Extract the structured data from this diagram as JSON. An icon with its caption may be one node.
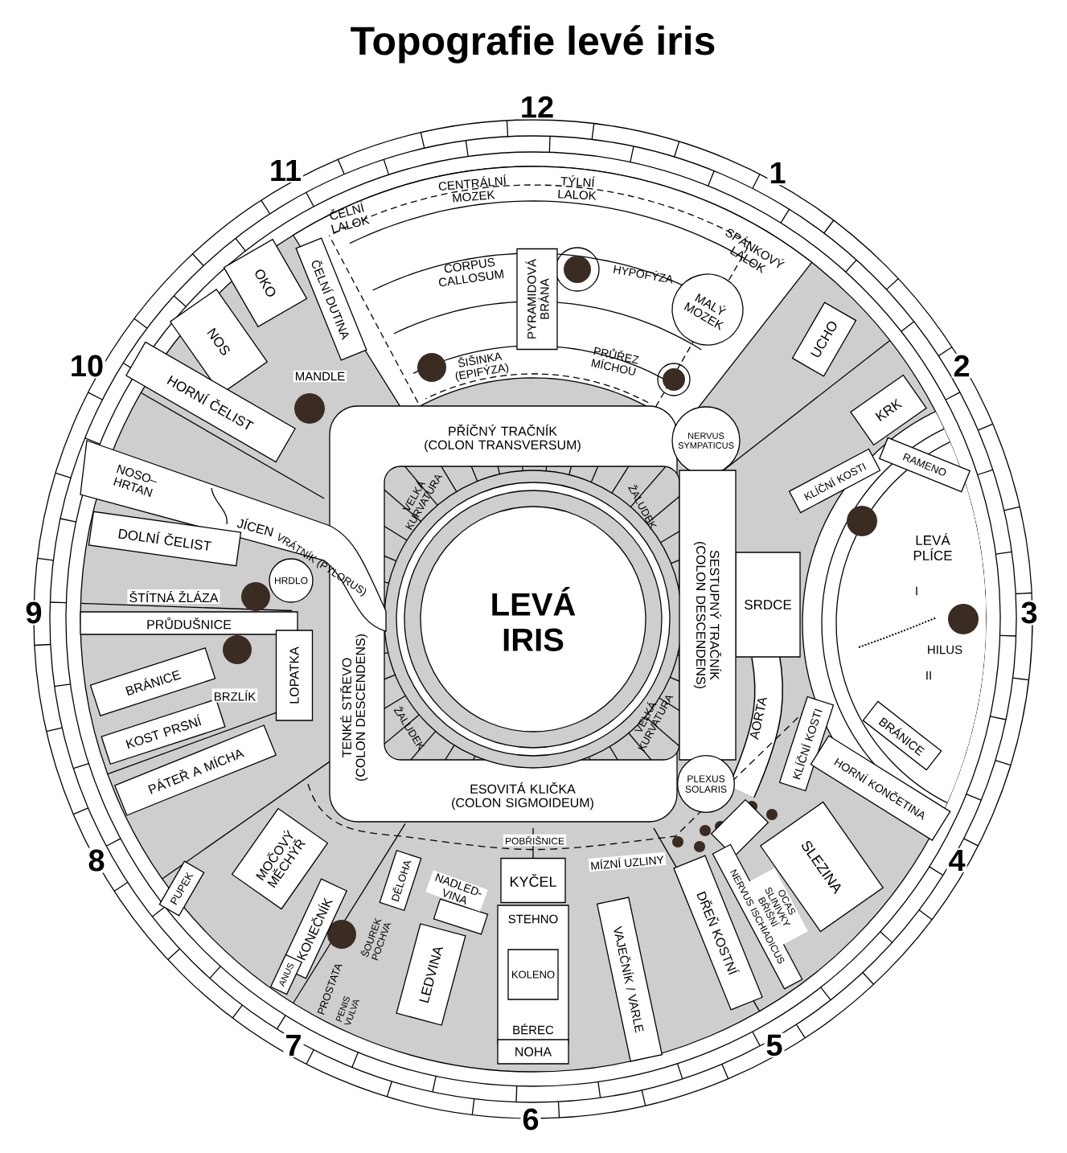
{
  "diagram": {
    "title": "Topografie levé iris",
    "nodes": [
      {
        "text": [
          "PYRAMIDOVÁ BRÁNA"
        ]
      },
      {
        "text": [
          "MALÝ MOZEK"
        ]
      },
      {
        "text": [
          "ČELNÍ DUTINA"
        ]
      },
      {
        "text": [
          "OKO"
        ]
      },
      {
        "text": [
          "NOS"
        ]
      },
      {
        "text": [
          "UCHO"
        ]
      },
      {
        "text": [
          "HORNÍ ČELIST"
        ]
      },
      {
        "text": [
          "KRK"
        ]
      },
      {
        "text": [
          "NERVUS SYMPATICUS"
        ]
      },
      {
        "text": [
          "RAMENO"
        ]
      },
      {
        "text": [
          "KLÍČNÍ KOSTI"
        ]
      },
      {
        "text": [
          "DOLNÍ ČELIST"
        ]
      },
      {
        "text": [
          "HRDLO"
        ]
      },
      {
        "text": [
          "SRDCE"
        ]
      },
      {
        "text": [
          "LEVÁ IRIS"
        ]
      },
      {
        "text": [
          "SESTUPNÝ TRAČNÍK (COLON DESCENDENS)"
        ]
      },
      {
        "text": [
          "PRŮDUŠNICE"
        ]
      },
      {
        "text": [
          "LOPATKA"
        ]
      },
      {
        "text": [
          "BRÁNICE"
        ]
      },
      {
        "text": [
          "KOST PRSNÍ"
        ]
      },
      {
        "text": [
          "KLÍČNÍ KOSTI"
        ]
      },
      {
        "text": [
          "BRÁNICE"
        ]
      },
      {
        "text": [
          "PÁTEŘ A MÍCHA"
        ]
      },
      {
        "text": [
          "PLEXUS SOLARIS"
        ]
      },
      {
        "text": [
          "HORNÍ KONČETINA"
        ]
      },
      {
        "text": [],
        "shape": "box"
      },
      {
        "text": [
          "SLEZINA"
        ]
      },
      {
        "text": [
          "MOČOVÝ MĚCHÝŘ"
        ]
      },
      {
        "text": [
          "KYČEL"
        ]
      },
      {
        "text": [
          "DĚLOHA"
        ]
      },
      {
        "text": [
          "PUPEK"
        ]
      },
      {
        "text": [],
        "shape": "box"
      },
      {
        "text": [
          "STEHNO",
          "BÉREC"
        ]
      },
      {
        "text": [
          "KOLENO"
        ],
        "in": 32
      },
      {
        "text": [
          "KONEČNÍK"
        ]
      },
      {
        "text": [
          "LEDVINA"
        ]
      },
      {
        "text": [
          "VAJEČNÍK / VARLE"
        ]
      },
      {
        "text": [
          "DŘEŇ KOSTNÍ"
        ]
      },
      {
        "text": [
          "NERVUS ISCHIADICUS"
        ]
      },
      {
        "text": [
          "ANUS"
        ]
      },
      {
        "text": [
          "NOHA"
        ]
      }
    ],
    "labels": [
      "12",
      "11",
      "1",
      "ČELNÍ LALOK",
      "CENTRÁLNÍ MOZEK",
      "TÝLNÍ LALOK",
      "SPÁNKOVÝ LALOK",
      "CORPUS CALLOSUM",
      "HYPOFÝZA",
      "10",
      "2",
      "ŠIŠINKA (EPIFÝZA)",
      "PRŮŘEZ MÍCHOU",
      "MANDLE",
      "PŘÍČNÝ TRAČNÍK (COLON TRANSVERSUM)",
      "NOSO– HRTAN",
      "VELKÁ KURVATURA",
      "ŽALUDEK",
      "JÍCEN",
      "VRÁTNÍK (PYLORUS)",
      "LEVÁ PLÍCE",
      "I",
      "9",
      "ŠTÍTNÁ ŽLÁZA",
      "3",
      "HILUS",
      "II",
      "BRZLÍK",
      "TENKÉ STŘEVO (COLON DESCENDENS)",
      "ŽALUDEK",
      "VELKÁ KURVATURA",
      "AORTA",
      "ESOVITÁ KLIČKA (COLON SIGMOIDEUM)",
      "8",
      "4",
      "POBŘIŠNICE",
      "MÍZNÍ UZLINY",
      "NADLED- VINA",
      "OCAS SLINIVKY BŘIŠNÍ",
      "ŠOUREK POCHVA",
      "PROSTATA",
      "PENIS VULVA",
      "7",
      "5",
      "6"
    ]
  }
}
